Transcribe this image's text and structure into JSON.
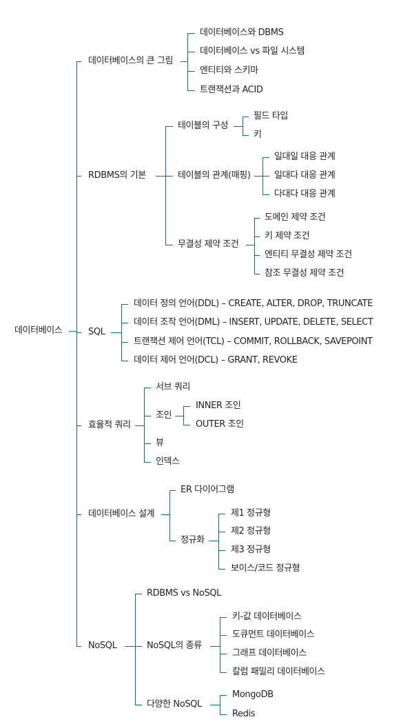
{
  "tree": {
    "root": "데이터베이스",
    "branches": [
      {
        "label": "데이터베이스의 큰 그림",
        "children": [
          {
            "label": "데이터베이스와 DBMS"
          },
          {
            "label": "데이터베이스 vs 파일 시스템"
          },
          {
            "label": "엔티티와 스키마"
          },
          {
            "label": "트랜잭션과 ACID"
          }
        ]
      },
      {
        "label": "RDBMS의 기본",
        "children": [
          {
            "label": "테이블의 구성",
            "children": [
              {
                "label": "필드 타입"
              },
              {
                "label": "키"
              }
            ]
          },
          {
            "label": "테이블의 관계(매핑)",
            "children": [
              {
                "label": "일대일 대응 관계"
              },
              {
                "label": "일대다 대응 관계"
              },
              {
                "label": "다대다 대응 관계"
              }
            ]
          },
          {
            "label": "무결성 제약 조건",
            "children": [
              {
                "label": "도메인 제약 조건"
              },
              {
                "label": "키 제약 조건"
              },
              {
                "label": "엔티티 무결성 제약 조건"
              },
              {
                "label": "참조 무결성 제약 조건"
              }
            ]
          }
        ]
      },
      {
        "label": "SQL",
        "children": [
          {
            "label": "데이터 정의 언어(DDL) – CREATE, ALTER, DROP, TRUNCATE"
          },
          {
            "label": "데이터 조작 언어(DML) – INSERT, UPDATE, DELETE, SELECT"
          },
          {
            "label": "트랜잭션 제어 언어(TCL) – COMMIT, ROLLBACK, SAVEPOINT"
          },
          {
            "label": "데이터 제어 언어(DCL) – GRANT, REVOKE"
          }
        ]
      },
      {
        "label": "효율적 쿼리",
        "children": [
          {
            "label": "서브 쿼리"
          },
          {
            "label": "조인",
            "children": [
              {
                "label": "INNER 조인"
              },
              {
                "label": "OUTER 조인"
              }
            ]
          },
          {
            "label": "뷰"
          },
          {
            "label": "인덱스"
          }
        ]
      },
      {
        "label": "데이터베이스 설계",
        "children": [
          {
            "label": "ER 다이어그램"
          },
          {
            "label": "정규화",
            "children": [
              {
                "label": "제1 정규형"
              },
              {
                "label": "제2 정규형"
              },
              {
                "label": "제3 정규형"
              },
              {
                "label": "보이스/코드 정규형"
              }
            ]
          }
        ]
      },
      {
        "label": "NoSQL",
        "children": [
          {
            "label": "RDBMS vs NoSQL"
          },
          {
            "label": "NoSQL의 종류",
            "children": [
              {
                "label": "키-값 데이터베이스"
              },
              {
                "label": "도큐먼트 데이터베이스"
              },
              {
                "label": "그래프 데이터베이스"
              },
              {
                "label": "칼럼 패밀리 데이터베이스"
              }
            ]
          },
          {
            "label": "다양한 NoSQL",
            "children": [
              {
                "label": "MongoDB"
              },
              {
                "label": "Redis"
              }
            ]
          }
        ]
      }
    ]
  },
  "colors": {
    "connector": "#0f6f6e",
    "text": "#231f20",
    "background": "#ffffff"
  }
}
